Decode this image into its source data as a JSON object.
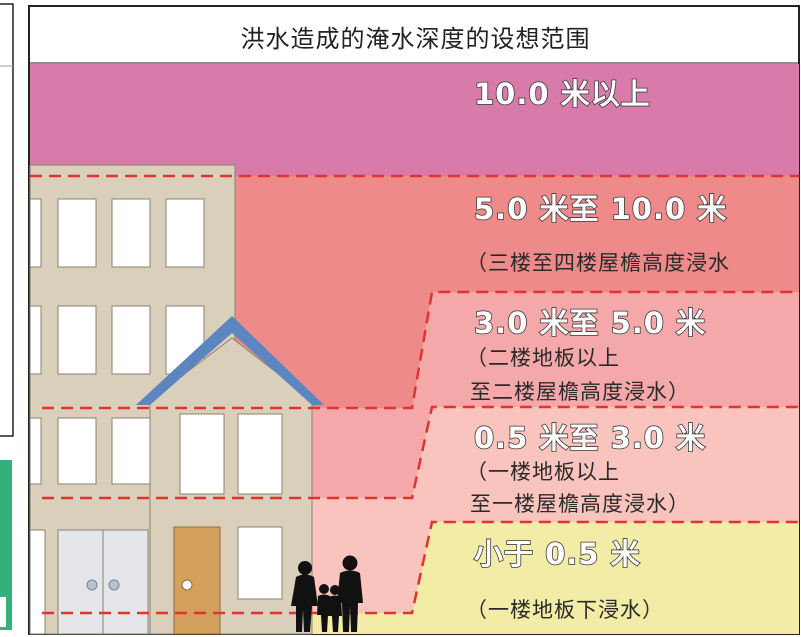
{
  "title": "洪水造成的淹水深度的设想范围",
  "bands": [
    {
      "heading": "10.0 米以上",
      "note_lines": [],
      "color": "#d87bab"
    },
    {
      "heading": "5.0 米至 10.0 米",
      "note_lines": [
        "（三楼至四楼屋檐高度浸水"
      ],
      "color": "#ef8a8a"
    },
    {
      "heading": "3.0 米至 5.0 米",
      "note_lines": [
        "（二楼地板以上",
        "至二楼屋檐高度浸水）"
      ],
      "color": "#f5a8aa"
    },
    {
      "heading": "0.5 米至 3.0 米",
      "note_lines": [
        "（一楼地板以上",
        "至一楼屋檐高度浸水）"
      ],
      "color": "#f8c4bd"
    },
    {
      "heading": "小于 0.5 米",
      "note_lines": [
        "（一楼地板下浸水）"
      ],
      "color": "#f3eca6"
    }
  ],
  "colors": {
    "building": "#d9cfbb",
    "roof": "#5b86c0",
    "door": "#d4a15c",
    "window": "#ffffff",
    "dash": "#e0342f",
    "frame": "#222222",
    "green_tab": "#35b07a"
  }
}
